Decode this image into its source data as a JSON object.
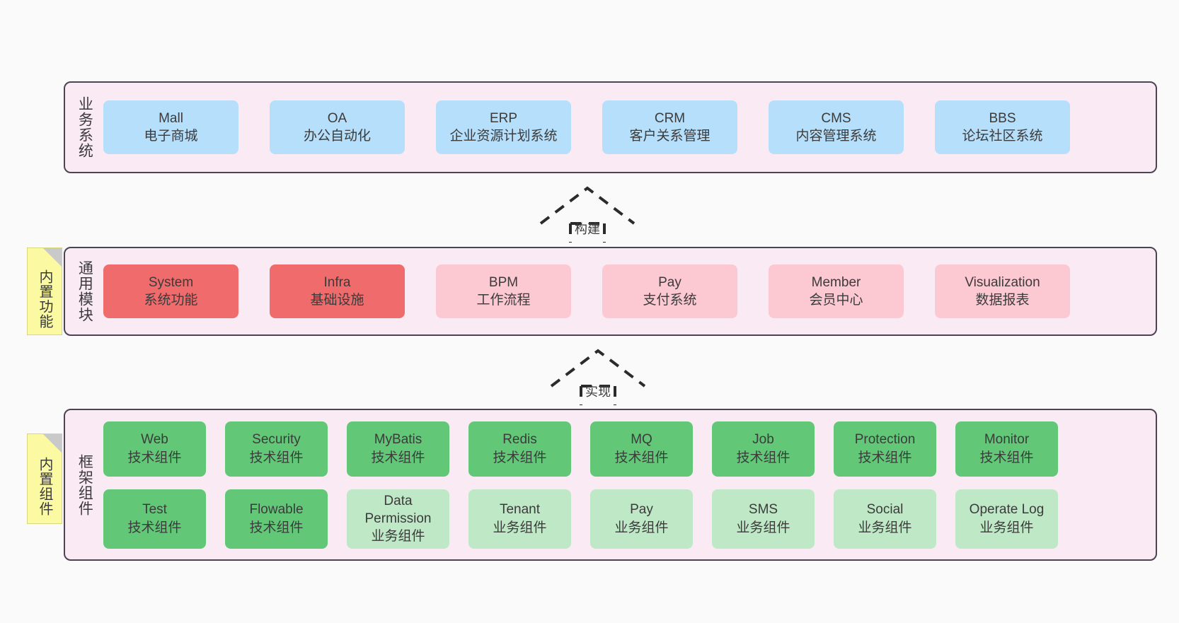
{
  "diagram": {
    "background_color": "#fafafa",
    "layer_fill": "#faeaf4",
    "layer_border": "#4a4453",
    "note_fill": "#fbfaa2"
  },
  "layers": [
    {
      "id": "business-systems",
      "title": "业务系统",
      "rows": [
        {
          "cards": [
            {
              "name": "Mall",
              "sub": "电子商城",
              "color": "#b5dffb",
              "style": "c-blue"
            },
            {
              "name": "OA",
              "sub": "办公自动化",
              "color": "#b5dffb",
              "style": "c-blue"
            },
            {
              "name": "ERP",
              "sub": "企业资源计划系统",
              "color": "#b5dffb",
              "style": "c-blue"
            },
            {
              "name": "CRM",
              "sub": "客户关系管理",
              "color": "#b5dffb",
              "style": "c-blue"
            },
            {
              "name": "CMS",
              "sub": "内容管理系统",
              "color": "#b5dffb",
              "style": "c-blue"
            },
            {
              "name": "BBS",
              "sub": "论坛社区系统",
              "color": "#b5dffb",
              "style": "c-blue"
            }
          ]
        }
      ]
    },
    {
      "id": "common-modules",
      "title": "通用模块",
      "note": "内置功能",
      "rows": [
        {
          "cards": [
            {
              "name": "System",
              "sub": "系统功能",
              "color": "#f06b6b",
              "style": "c-red"
            },
            {
              "name": "Infra",
              "sub": "基础设施",
              "color": "#f06b6b",
              "style": "c-red"
            },
            {
              "name": "BPM",
              "sub": "工作流程",
              "color": "#fcc8d2",
              "style": "c-pink"
            },
            {
              "name": "Pay",
              "sub": "支付系统",
              "color": "#fcc8d2",
              "style": "c-pink"
            },
            {
              "name": "Member",
              "sub": "会员中心",
              "color": "#fcc8d2",
              "style": "c-pink"
            },
            {
              "name": "Visualization",
              "sub": "数据报表",
              "color": "#fcc8d2",
              "style": "c-pink"
            }
          ]
        }
      ]
    },
    {
      "id": "framework-components",
      "title": "框架组件",
      "note": "内置组件",
      "rows": [
        {
          "cards": [
            {
              "name": "Web",
              "sub": "技术组件",
              "color": "#62c878",
              "style": "c-green"
            },
            {
              "name": "Security",
              "sub": "技术组件",
              "color": "#62c878",
              "style": "c-green"
            },
            {
              "name": "MyBatis",
              "sub": "技术组件",
              "color": "#62c878",
              "style": "c-green"
            },
            {
              "name": "Redis",
              "sub": "技术组件",
              "color": "#62c878",
              "style": "c-green"
            },
            {
              "name": "MQ",
              "sub": "技术组件",
              "color": "#62c878",
              "style": "c-green"
            },
            {
              "name": "Job",
              "sub": "技术组件",
              "color": "#62c878",
              "style": "c-green"
            },
            {
              "name": "Protection",
              "sub": "技术组件",
              "color": "#62c878",
              "style": "c-green"
            },
            {
              "name": "Monitor",
              "sub": "技术组件",
              "color": "#62c878",
              "style": "c-green"
            }
          ]
        },
        {
          "cards": [
            {
              "name": "Test",
              "sub": "技术组件",
              "color": "#62c878",
              "style": "c-green"
            },
            {
              "name": "Flowable",
              "sub": "技术组件",
              "color": "#62c878",
              "style": "c-green"
            },
            {
              "name": "Data Permission",
              "sub": "业务组件",
              "color": "#bfe8c6",
              "style": "c-lightgreen",
              "wrap": true
            },
            {
              "name": "Tenant",
              "sub": "业务组件",
              "color": "#bfe8c6",
              "style": "c-lightgreen"
            },
            {
              "name": "Pay",
              "sub": "业务组件",
              "color": "#bfe8c6",
              "style": "c-lightgreen"
            },
            {
              "name": "SMS",
              "sub": "业务组件",
              "color": "#bfe8c6",
              "style": "c-lightgreen"
            },
            {
              "name": "Social",
              "sub": "业务组件",
              "color": "#bfe8c6",
              "style": "c-lightgreen"
            },
            {
              "name": "Operate Log",
              "sub": "业务组件",
              "color": "#bfe8c6",
              "style": "c-lightgreen"
            }
          ]
        }
      ]
    }
  ],
  "connectors": [
    {
      "id": "connector-build",
      "label": "构建",
      "style": "dashed-hollow-arrow-up",
      "from": "common-modules",
      "to": "business-systems"
    },
    {
      "id": "connector-implement",
      "label": "实现",
      "style": "dashed-hollow-arrow-up",
      "from": "framework-components",
      "to": "common-modules"
    }
  ]
}
